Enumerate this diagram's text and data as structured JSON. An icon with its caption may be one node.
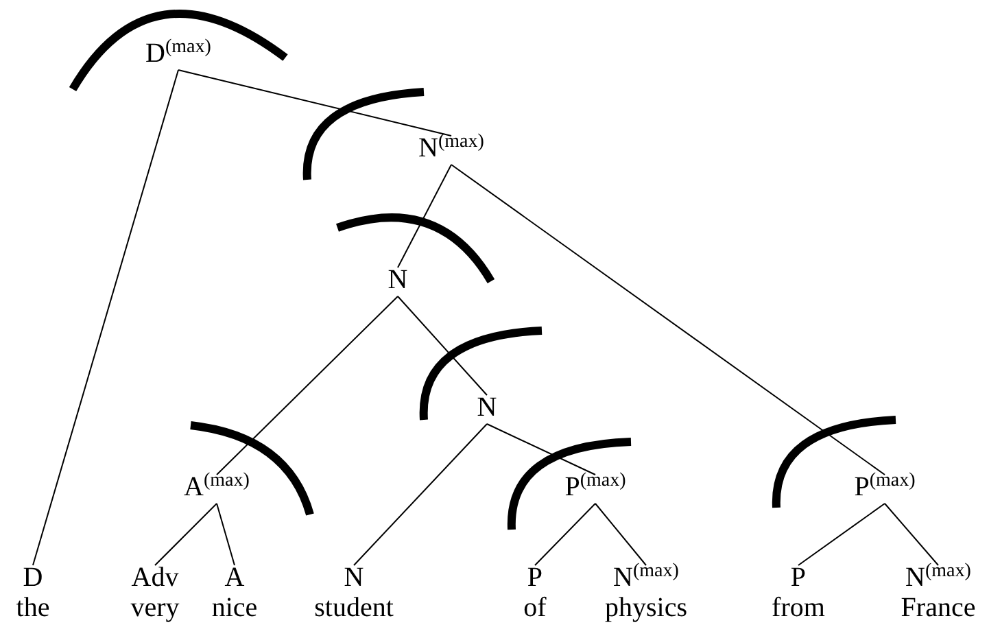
{
  "diagram": {
    "nodes": [
      {
        "text": [
          "D$^{(max)}$"
        ]
      },
      {
        "text": [
          "N$^{(max)}$"
        ]
      },
      {
        "text": [
          "N"
        ]
      },
      {
        "text": [
          "N"
        ]
      },
      {
        "text": [
          "A$^{(max)}$"
        ]
      },
      {
        "text": [
          "P$^{(max)}$"
        ]
      },
      {
        "text": [
          "P$^{(max)}$"
        ]
      },
      {
        "text": [
          "D",
          "the"
        ]
      },
      {
        "text": [
          "Adv",
          "very"
        ]
      },
      {
        "text": [
          "A",
          "nice"
        ]
      },
      {
        "text": [
          "N",
          "student"
        ]
      },
      {
        "text": [
          "P",
          "of"
        ]
      },
      {
        "text": [
          "N$^{(max)}$",
          "physics"
        ]
      },
      {
        "text": [
          "P",
          "from"
        ]
      },
      {
        "text": [
          "N$^{(max)}$",
          "France"
        ]
      }
    ],
    "edges": [
      {
        "from": 0,
        "to": 7,
        "arrow": "none"
      },
      {
        "from": 0,
        "to": 1,
        "arrow": "none"
      },
      {
        "from": 1,
        "to": 2,
        "arrow": "none"
      },
      {
        "from": 1,
        "to": 6,
        "arrow": "none"
      },
      {
        "from": 2,
        "to": 4,
        "arrow": "none"
      },
      {
        "from": 2,
        "to": 3,
        "arrow": "none"
      },
      {
        "from": 3,
        "to": 10,
        "arrow": "none"
      },
      {
        "from": 3,
        "to": 5,
        "arrow": "none"
      },
      {
        "from": 4,
        "to": 8,
        "arrow": "none"
      },
      {
        "from": 4,
        "to": 9,
        "arrow": "none"
      },
      {
        "from": 5,
        "to": 11,
        "arrow": "none"
      },
      {
        "from": 5,
        "to": 12,
        "arrow": "none"
      },
      {
        "from": 6,
        "to": 13,
        "arrow": "none"
      },
      {
        "from": 6,
        "to": 14,
        "arrow": "none"
      }
    ]
  }
}
